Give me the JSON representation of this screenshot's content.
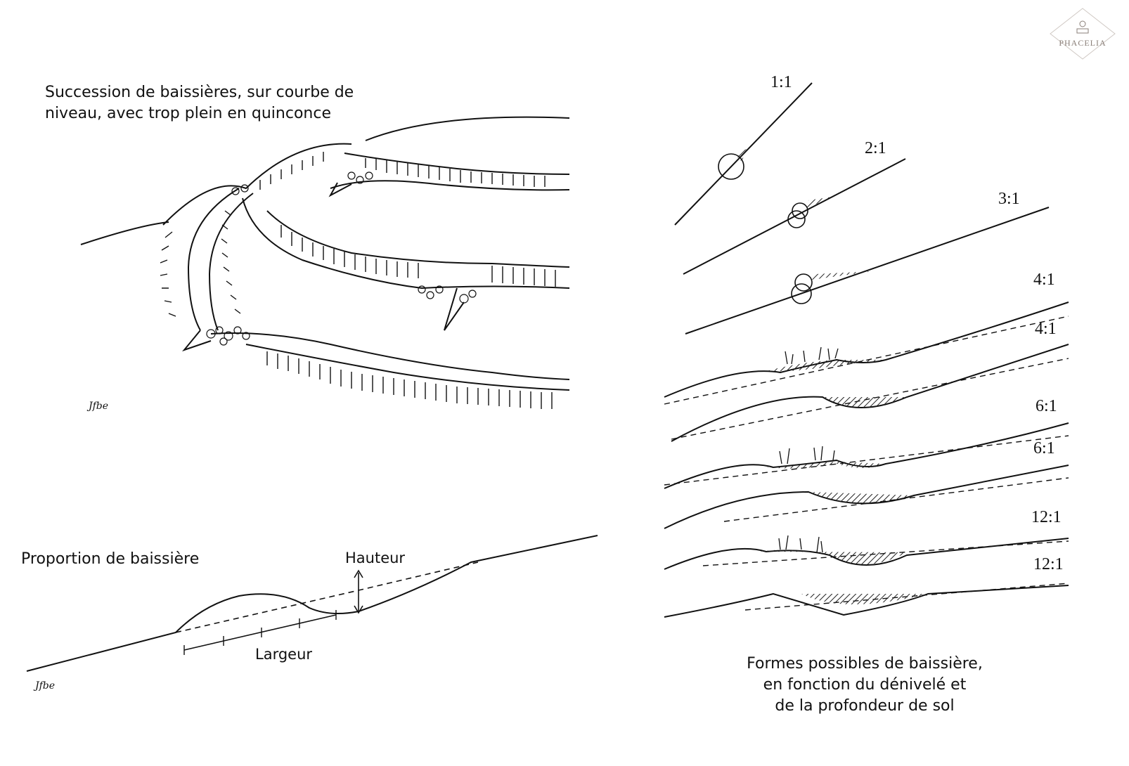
{
  "captions": {
    "top_left": [
      "Succession de baissières, sur courbe de",
      "niveau, avec trop plein en quinconce"
    ],
    "proportion": "Proportion de baissière",
    "hauteur": "Hauteur",
    "largeur": "Largeur",
    "right_bottom": [
      "Formes possibles de baissière,",
      "en fonction du dénivelé et",
      "de la profondeur de sol"
    ]
  },
  "ratios": [
    "1:1",
    "2:1",
    "3:1",
    "4:1",
    "4:1",
    "6:1",
    "6:1",
    "12:1",
    "12:1"
  ],
  "logo": {
    "name": "PHACELIA"
  },
  "signature": "Jfbe",
  "colors": {
    "ink": "#111111",
    "logo": "#8a7f78"
  }
}
